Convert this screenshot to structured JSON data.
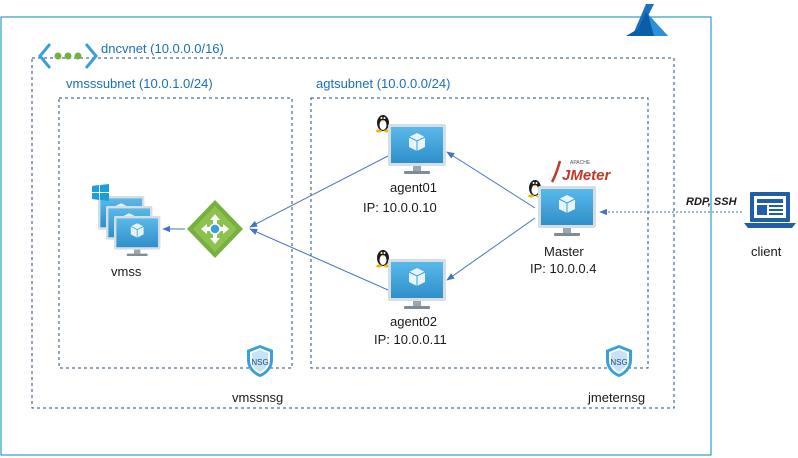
{
  "vnet": {
    "label": "dncvnet (10.0.0.0/16)"
  },
  "subnets": {
    "vmss": {
      "label": "vmsssubnet (10.0.1.0/24)",
      "nsg_label": "vmssnsg"
    },
    "agt": {
      "label": "agtsubnet (10.0.0.0/24)",
      "nsg_label": "jmeternsg"
    }
  },
  "nodes": {
    "vmss": {
      "name": "vmss"
    },
    "agent01": {
      "name": "agent01",
      "ip": "IP: 10.0.0.10"
    },
    "agent02": {
      "name": "agent02",
      "ip": "IP: 10.0.0.11"
    },
    "master": {
      "name": "Master",
      "ip": "IP: 10.0.0.4",
      "logo_text": "JMeter",
      "logo_small": "APACHE"
    },
    "client": {
      "name": "client"
    }
  },
  "connection": {
    "label": "RDP, SSH"
  },
  "badges": {
    "nsg": "NSG"
  },
  "colors": {
    "azure_border": "#2e9bc8",
    "vnet_border": "#1f4e79",
    "monitor_blue": "#3aa0dc",
    "arrow": "#4472c4",
    "lb_green": "#76b041"
  }
}
